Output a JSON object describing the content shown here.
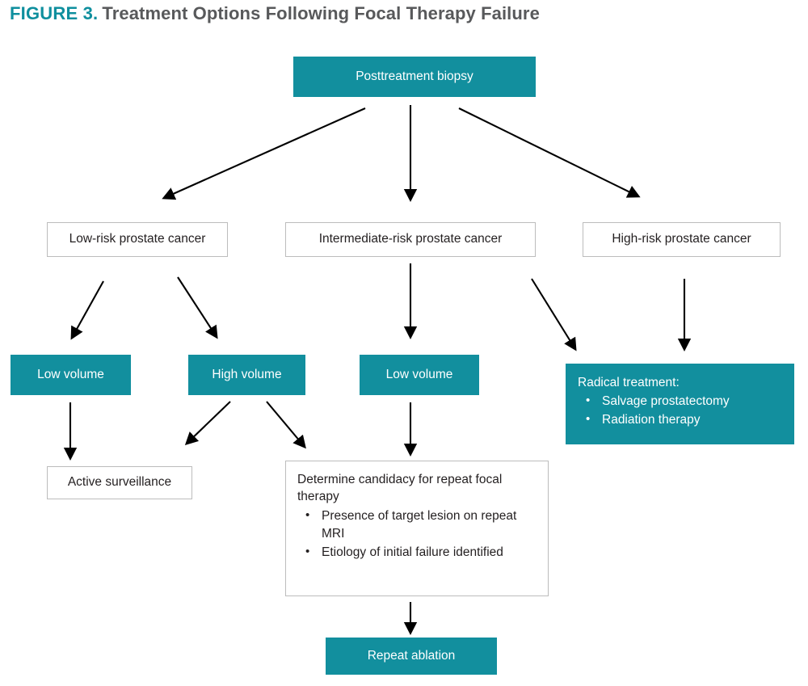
{
  "figure": {
    "number_label": "FIGURE 3.",
    "title": "Treatment Options Following Focal Therapy Failure"
  },
  "colors": {
    "teal": "#128f9e",
    "title_gray": "#58595b",
    "box_border": "#bcbcbc",
    "text_dark": "#231f20",
    "arrow": "#000000"
  },
  "nodes": {
    "posttreatment_biopsy": {
      "label": "Posttreatment biopsy",
      "style": "teal"
    },
    "low_risk": {
      "label": "Low-risk prostate cancer",
      "style": "plain"
    },
    "intermediate_risk": {
      "label": "Intermediate-risk prostate cancer",
      "style": "plain"
    },
    "high_risk": {
      "label": "High-risk prostate cancer",
      "style": "plain"
    },
    "low_volume_left": {
      "label": "Low volume",
      "style": "teal"
    },
    "high_volume": {
      "label": "High volume",
      "style": "teal"
    },
    "low_volume_mid": {
      "label": "Low volume",
      "style": "teal"
    },
    "radical_treatment": {
      "title": "Radical treatment:",
      "style": "teal",
      "bullets": [
        "Salvage prostatectomy",
        "Radiation therapy"
      ]
    },
    "active_surveillance": {
      "label": "Active surveillance",
      "style": "plain"
    },
    "determine_candidacy": {
      "title": "Determine candidacy for repeat focal therapy",
      "style": "plain",
      "bullets": [
        "Presence of target lesion on repeat MRI",
        "Etiology of initial failure identified"
      ]
    },
    "repeat_ablation": {
      "label": "Repeat ablation",
      "style": "teal"
    }
  },
  "edges": [
    {
      "name": "biopsy-to-low-risk",
      "from": "posttreatment_biopsy",
      "to": "low_risk"
    },
    {
      "name": "biopsy-to-intermediate-risk",
      "from": "posttreatment_biopsy",
      "to": "intermediate_risk"
    },
    {
      "name": "biopsy-to-high-risk",
      "from": "posttreatment_biopsy",
      "to": "high_risk"
    },
    {
      "name": "low-risk-to-low-volume",
      "from": "low_risk",
      "to": "low_volume_left"
    },
    {
      "name": "low-risk-to-high-volume",
      "from": "low_risk",
      "to": "high_volume"
    },
    {
      "name": "intermediate-risk-to-low-volume",
      "from": "intermediate_risk",
      "to": "low_volume_mid"
    },
    {
      "name": "intermediate-risk-to-radical-treatment",
      "from": "intermediate_risk",
      "to": "radical_treatment"
    },
    {
      "name": "high-risk-to-radical-treatment",
      "from": "high_risk",
      "to": "radical_treatment"
    },
    {
      "name": "low-volume-to-active-surveillance",
      "from": "low_volume_left",
      "to": "active_surveillance"
    },
    {
      "name": "high-volume-to-active-surveillance",
      "from": "high_volume",
      "to": "active_surveillance"
    },
    {
      "name": "high-volume-to-determine-candidacy",
      "from": "high_volume",
      "to": "determine_candidacy"
    },
    {
      "name": "low-volume-to-determine-candidacy",
      "from": "low_volume_mid",
      "to": "determine_candidacy"
    },
    {
      "name": "determine-candidacy-to-repeat-ablation",
      "from": "determine_candidacy",
      "to": "repeat_ablation"
    }
  ]
}
